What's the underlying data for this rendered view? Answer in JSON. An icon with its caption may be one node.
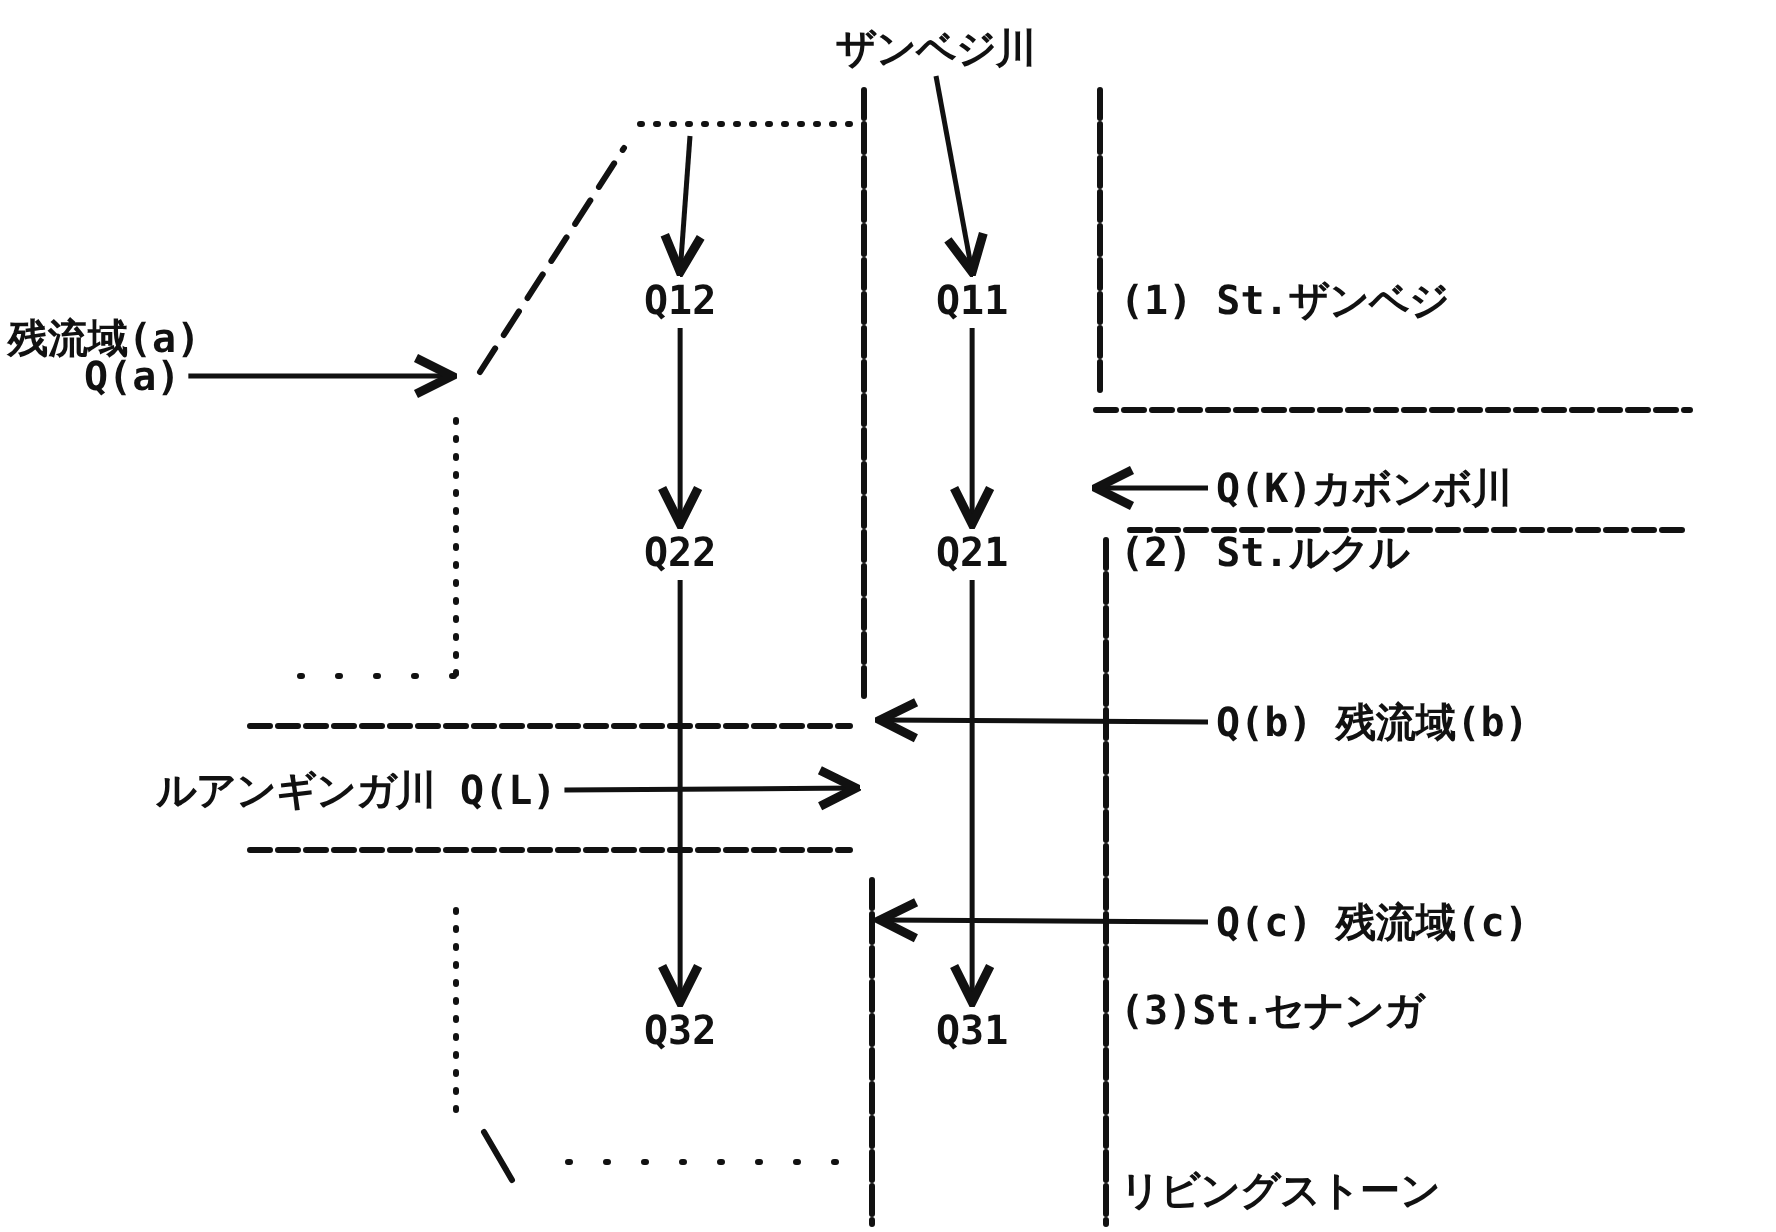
{
  "diagram": {
    "nodes": [
      {
        "text": [
          "ザンベジ川"
        ]
      },
      {
        "text": [
          "Q12"
        ]
      },
      {
        "text": [
          "Q11"
        ]
      },
      {
        "text": [
          "Q(a)"
        ]
      },
      {
        "text": [
          "Q22"
        ]
      },
      {
        "text": [
          "Q21"
        ]
      },
      {
        "text": [
          "Q(K)カボンボ川"
        ]
      },
      {
        "text": [
          "ルアンギンガ川 Q(L)"
        ]
      },
      {
        "text": [
          "Q(b) 残流域(b)"
        ]
      },
      {
        "text": [
          "Q32"
        ]
      },
      {
        "text": [
          "Q31"
        ]
      },
      {
        "text": [
          "Q(c) 残流域(c)"
        ]
      }
    ],
    "edges": [
      {
        "from": 0,
        "to": 2,
        "arrow": "to"
      },
      {
        "from": null,
        "to": 1,
        "arrow": "to"
      },
      {
        "from": 1,
        "to": 4,
        "arrow": "to"
      },
      {
        "from": 2,
        "to": 5,
        "arrow": "to"
      },
      {
        "from": 4,
        "to": 9,
        "arrow": "to"
      },
      {
        "from": 5,
        "to": 10,
        "arrow": "to"
      },
      {
        "from": 3,
        "to": null,
        "arrow": "to"
      },
      {
        "from": 6,
        "to": null,
        "arrow": "to"
      },
      {
        "from": 7,
        "to": null,
        "arrow": "to"
      },
      {
        "from": 8,
        "to": null,
        "arrow": "to"
      },
      {
        "from": 11,
        "to": null,
        "arrow": "to"
      }
    ],
    "labels": [
      "残流域(a)",
      "(1) St.ザンベジ",
      "(2) St.ルクル",
      "(3)St.セナンガ",
      "リビングストーン"
    ]
  }
}
